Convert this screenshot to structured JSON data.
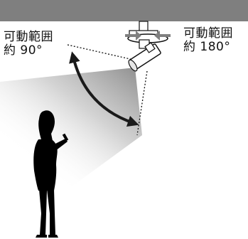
{
  "labels": {
    "tilt": {
      "line1": "可動範囲",
      "line2": "約 90°"
    },
    "rotation": {
      "line1": "可動範囲",
      "line2": "約 180°"
    }
  },
  "icons": {
    "ceiling": "ceiling-bar",
    "light": "spotlight-fixture",
    "tilt_arrow": "double-headed-arc-arrow",
    "rotation_arrows": "rotation-arrows",
    "person": "person-with-phone-silhouette",
    "beam": "light-beam-gradient"
  },
  "colors": {
    "ceiling": "#7f7f7f",
    "arrow": "#1a1a1a",
    "rotation_arrow": "#808080",
    "beam_start": "#8c8c8c",
    "beam_end": "#ffffff",
    "silhouette": "#000000"
  }
}
